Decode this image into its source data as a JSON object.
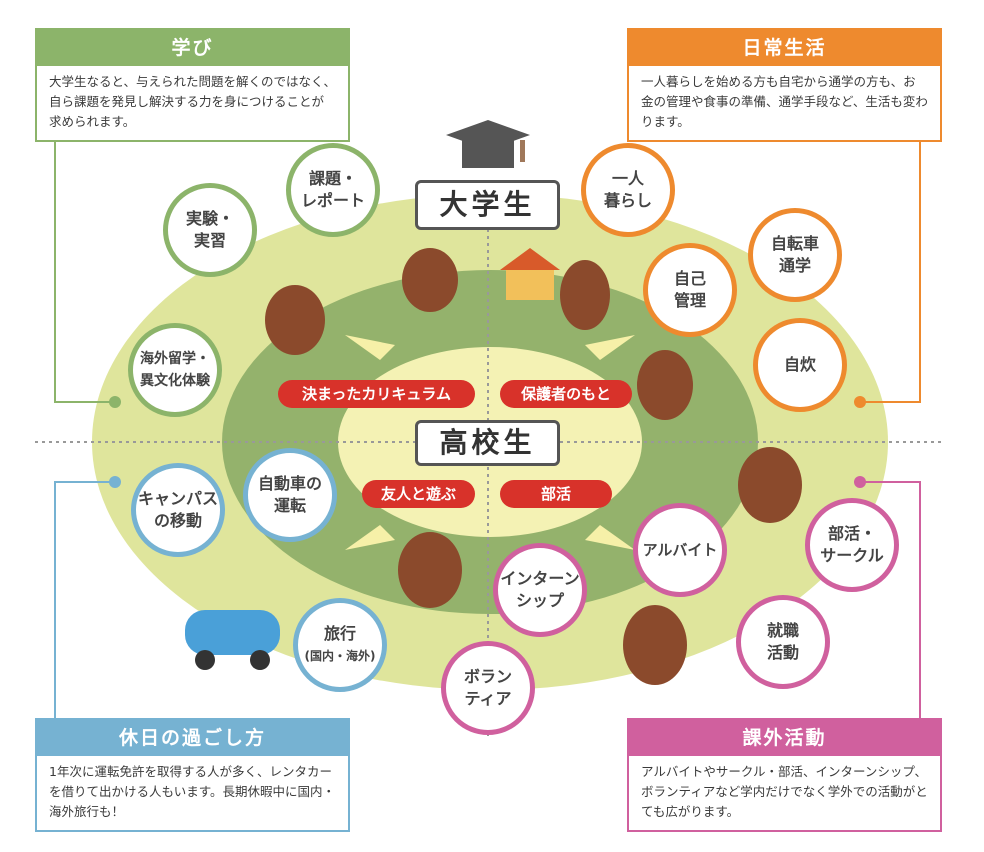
{
  "colors": {
    "manabi": "#8cb46a",
    "nichijo": "#ee8a2e",
    "kyujitsu": "#76b2d2",
    "kagai": "#d0609e",
    "pill": "#d8322a",
    "outer": "#dfe59c",
    "middle": "#94b26c",
    "inner": "#f4f2b4"
  },
  "boxes": {
    "manabi": {
      "title": "学び",
      "body": "大学生なると、与えられた問題を解くのではなく、自ら課題を発見し解決する力を身につけることが求められます。"
    },
    "nichijo": {
      "title": "日常生活",
      "body": "一人暮らしを始める方も自宅から通学の方も、お金の管理や食事の準備、通学手段など、生活も変わります。"
    },
    "kyujitsu": {
      "title": "休日の過ごし方",
      "body": "1年次に運転免許を取得する人が多く、レンタカーを借りて出かける人もいます。長期休暇中に国内・海外旅行も！"
    },
    "kagai": {
      "title": "課外活動",
      "body": "アルバイトやサークル・部活、インターンシップ、ボランティアなど学内だけでなく学外での活動がとても広がります。"
    }
  },
  "levels": {
    "university": "大学生",
    "highschool": "高校生"
  },
  "pills": [
    "決まったカリキュラム",
    "保護者のもと",
    "友人と遊ぶ",
    "部活"
  ],
  "bubbles": [
    {
      "label": "課題・\nレポート"
    },
    {
      "label": "実験・\n実習"
    },
    {
      "label": "海外留学・\n異文化体験"
    },
    {
      "label": "一人\n暮らし"
    },
    {
      "label": "自己\n管理"
    },
    {
      "label": "自転車\n通学"
    },
    {
      "label": "自炊"
    },
    {
      "label": "キャンパス\nの移動"
    },
    {
      "label": "自動車の\n運転"
    },
    {
      "label": "旅行"
    },
    {
      "label": "インターン\nシップ"
    },
    {
      "label": "ボラン\nティア"
    },
    {
      "label": "アルバイト"
    },
    {
      "label": "部活・\nサークル"
    },
    {
      "label": "就職\n活動"
    }
  ],
  "travel_sub": "(国内・海外)"
}
